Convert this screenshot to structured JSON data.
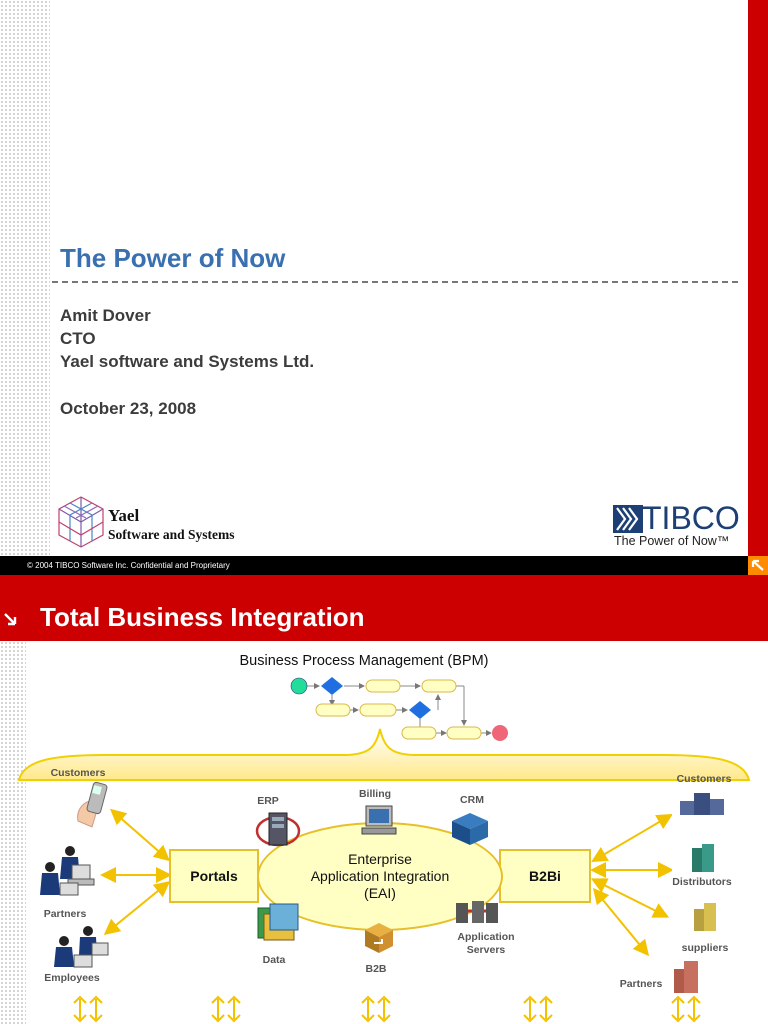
{
  "slide1": {
    "title": "The Power of Now",
    "presenter_name": "Amit Dover",
    "presenter_role": "CTO",
    "presenter_company": "Yael software and Systems Ltd.",
    "date": "October 23, 2008",
    "yael_logo_name": "Yael",
    "yael_logo_sub": "Software and Systems",
    "tibco_logo_word": "TIBCO",
    "tibco_tagline": "The Power of Now™",
    "footer": "© 2004 TIBCO Software Inc. Confidential and Proprietary",
    "colors": {
      "accent_red": "#cc0000",
      "title_blue": "#3a6fb0",
      "corner_orange": "#ff8c00"
    },
    "icons": [
      "yael-cube-logo-icon",
      "tibco-logo-icon",
      "corner-arrow-icon"
    ]
  },
  "slide2": {
    "title": "Total Business Integration",
    "bpm_label": "Business Process Management (BPM)",
    "portals": "Portals",
    "b2bi": "B2Bi",
    "eai_line1": "Enterprise",
    "eai_line2": "Application Integration",
    "eai_line3": "(EAI)",
    "labels": {
      "customers_left": "Customers",
      "partners_left": "Partners",
      "employees": "Employees",
      "erp": "ERP",
      "billing": "Billing",
      "crm": "CRM",
      "data": "Data",
      "b2b": "B2B",
      "app_servers_1": "Application",
      "app_servers_2": "Servers",
      "customers_right": "Customers",
      "distributors": "Distributors",
      "suppliers": "suppliers",
      "partners_right": "Partners"
    },
    "colors": {
      "box_fill": "#ffffc4",
      "box_border": "#e6c02a",
      "arrow": "#f2c200",
      "header_red": "#cc0000"
    },
    "icons": [
      "mobile-phone-icon",
      "people-at-computers-icon",
      "erp-server-icon",
      "billing-computer-icon",
      "crm-boxes-icon",
      "data-spreadsheet-icon",
      "b2b-cube-icon",
      "application-servers-icon",
      "building-icon",
      "workflow-diagram-icon"
    ]
  }
}
